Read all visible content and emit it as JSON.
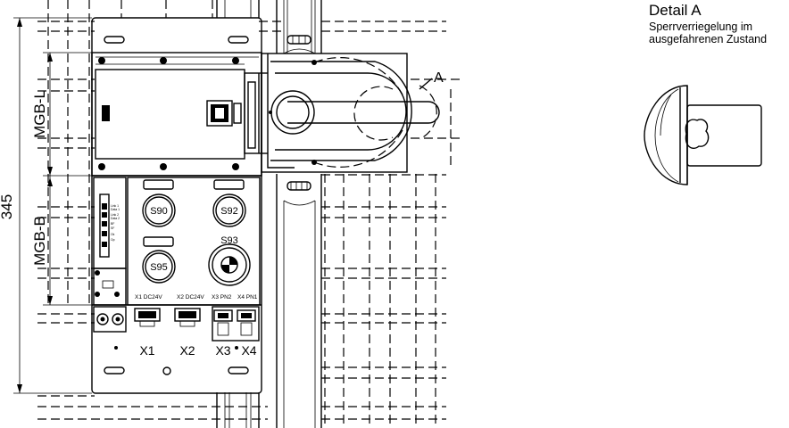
{
  "detail": {
    "title": "Detail A",
    "line1": "Sperrverriegelung im",
    "line2": "ausgefahrenen Zustand"
  },
  "dimensions": {
    "overall": "345",
    "upper": "MGB-L",
    "lower": "MGB-B",
    "callout": "A"
  },
  "buttons": {
    "s90": "S90",
    "s92": "S92",
    "s93": "S93",
    "s95": "S95"
  },
  "connectors": {
    "x1_label": "X1 DC24V",
    "x2_label": "X2 DC24V",
    "x3_label": "X3 PN2",
    "x4_label": "X4 PN1",
    "x1": "X1",
    "x2": "X2",
    "x3": "X3",
    "x4": "X4"
  },
  "led_labels": [
    "Link 1",
    "Data 1",
    "Link 2",
    "Data 2",
    "BF",
    "SF",
    "Ok",
    "Op"
  ]
}
